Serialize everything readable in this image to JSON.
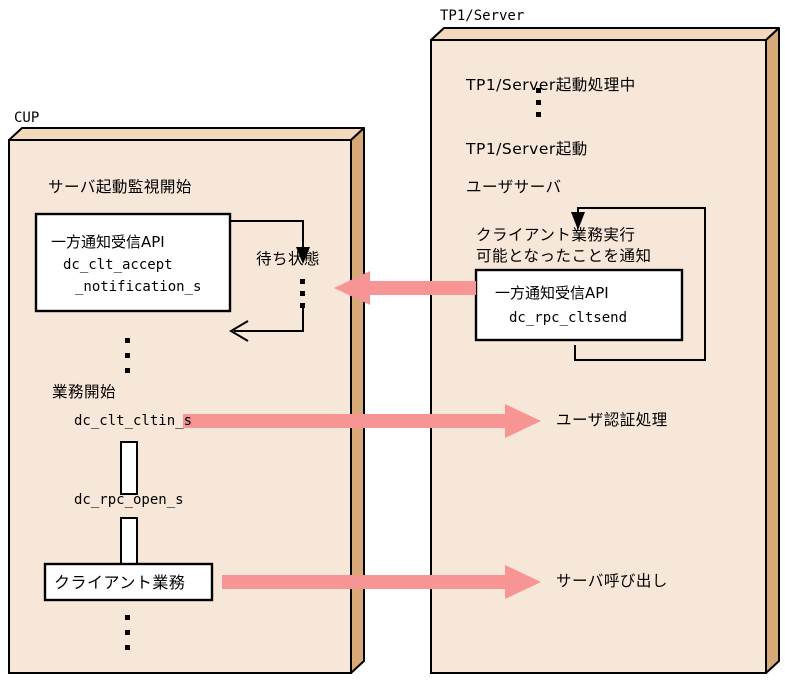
{
  "diagram": {
    "title_left": "CUP",
    "title_right": "TP1/Server",
    "colors": {
      "panel_fill": "#F7E7D8",
      "panel_side": "#D8A978",
      "panel_top": "#F2D9BE",
      "outline": "#000000",
      "arrow": "#F79595",
      "box_fill": "#FFFFFF"
    }
  },
  "left_panel": {
    "caption": "CUP",
    "labels": {
      "server_watch_start": "サーバ起動監視開始",
      "wait_state": "待ち状態",
      "business_start": "業務開始",
      "clt_cltin": "dc_clt_cltin_s",
      "rpc_open": "dc_rpc_open_s"
    },
    "api_box": {
      "line1": "一方通知受信API",
      "line2": "dc_clt_accept",
      "line3": "_notification_s"
    },
    "client_business_box": "クライアント業務",
    "vertical_dots": [
      "▪",
      "▪",
      "▪"
    ]
  },
  "right_panel": {
    "caption": "TP1/Server",
    "labels": {
      "startup_in_progress": "TP1/Server起動処理中",
      "startup_done": "TP1/Server起動",
      "user_server": "ユーザサーバ",
      "notify_line1": "クライアント業務実行",
      "notify_line2": "可能となったことを通知",
      "user_auth": "ユーザ認証処理",
      "server_call": "サーバ呼び出し"
    },
    "api_box": {
      "line1": "一方通知受信API",
      "line2": "dc_rpc_cltsend"
    },
    "vertical_dots": [
      "▪",
      "▪",
      "▪"
    ]
  },
  "arrows": [
    {
      "name": "notify-to-cup",
      "direction": "left",
      "label": ""
    },
    {
      "name": "cltin-to-auth",
      "direction": "right",
      "label": "ユーザ認証処理"
    },
    {
      "name": "business-to-servercall",
      "direction": "right",
      "label": "サーバ呼び出し"
    }
  ]
}
